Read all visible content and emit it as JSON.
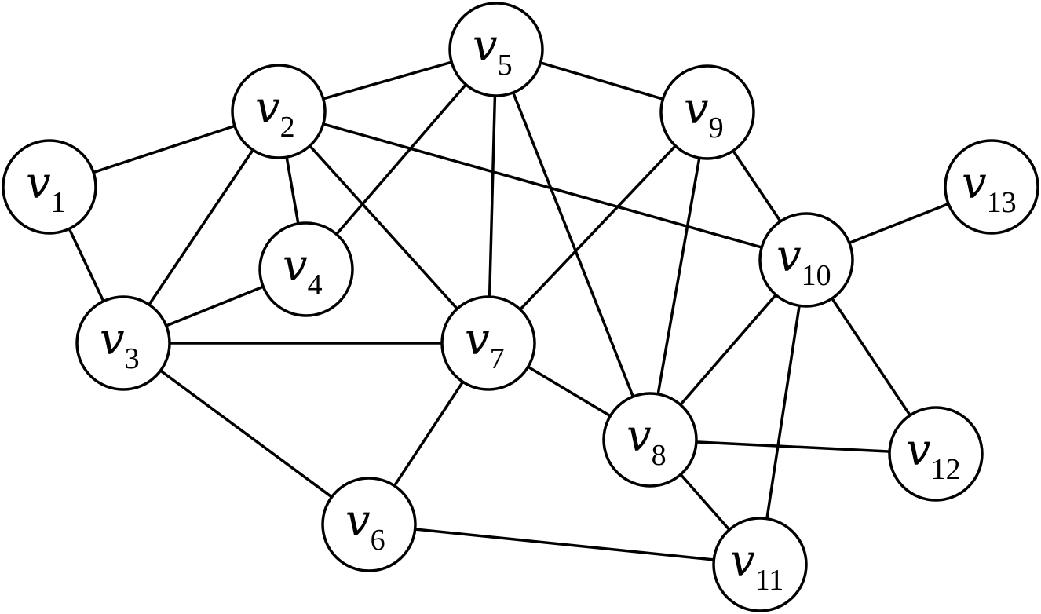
{
  "nodes": [
    {
      "id": "v1",
      "base": "v",
      "sub": "1"
    },
    {
      "id": "v2",
      "base": "v",
      "sub": "2"
    },
    {
      "id": "v3",
      "base": "v",
      "sub": "3"
    },
    {
      "id": "v4",
      "base": "v",
      "sub": "4"
    },
    {
      "id": "v5",
      "base": "v",
      "sub": "5"
    },
    {
      "id": "v6",
      "base": "v",
      "sub": "6"
    },
    {
      "id": "v7",
      "base": "v",
      "sub": "7"
    },
    {
      "id": "v8",
      "base": "v",
      "sub": "8"
    },
    {
      "id": "v9",
      "base": "v",
      "sub": "9"
    },
    {
      "id": "v10",
      "base": "v",
      "sub": "10"
    },
    {
      "id": "v11",
      "base": "v",
      "sub": "11"
    },
    {
      "id": "v12",
      "base": "v",
      "sub": "12"
    },
    {
      "id": "v13",
      "base": "v",
      "sub": "13"
    }
  ],
  "edges": [
    [
      "v1",
      "v2"
    ],
    [
      "v1",
      "v3"
    ],
    [
      "v2",
      "v5"
    ],
    [
      "v2",
      "v3"
    ],
    [
      "v2",
      "v4"
    ],
    [
      "v2",
      "v7"
    ],
    [
      "v2",
      "v10"
    ],
    [
      "v3",
      "v4"
    ],
    [
      "v3",
      "v7"
    ],
    [
      "v3",
      "v6"
    ],
    [
      "v4",
      "v5"
    ],
    [
      "v5",
      "v9"
    ],
    [
      "v5",
      "v7"
    ],
    [
      "v5",
      "v8"
    ],
    [
      "v6",
      "v7"
    ],
    [
      "v6",
      "v11"
    ],
    [
      "v7",
      "v9"
    ],
    [
      "v7",
      "v8"
    ],
    [
      "v8",
      "v9"
    ],
    [
      "v8",
      "v10"
    ],
    [
      "v8",
      "v12"
    ],
    [
      "v8",
      "v11"
    ],
    [
      "v9",
      "v10"
    ],
    [
      "v10",
      "v13"
    ],
    [
      "v10",
      "v12"
    ],
    [
      "v10",
      "v11"
    ]
  ],
  "colors": {
    "stroke": "#000000",
    "fill": "#ffffff"
  }
}
